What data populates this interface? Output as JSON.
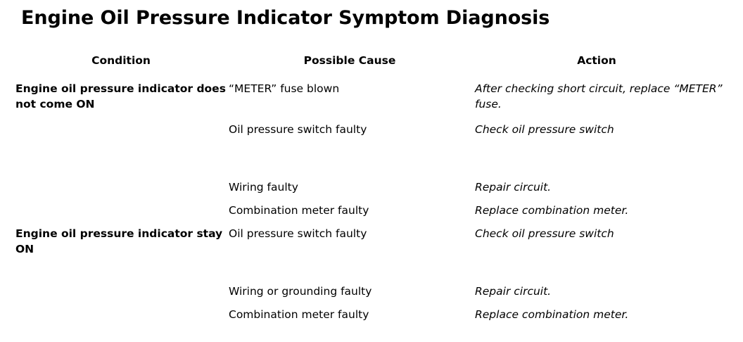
{
  "document": {
    "title": "Engine Oil Pressure Indicator Symptom Diagnosis"
  },
  "table": {
    "headers": {
      "condition": "Condition",
      "cause": "Possible Cause",
      "action": "Action"
    },
    "conditions": [
      {
        "label": "Engine oil pressure indicator does not come ON"
      },
      {
        "label": "Engine oil pressure indicator stay ON"
      }
    ],
    "rows": [
      {
        "cause": "“METER” fuse blown",
        "action": "After checking short circuit, replace “METER” fuse."
      },
      {
        "cause": "Oil pressure switch faulty",
        "action": "Check oil pressure switch"
      },
      {
        "cause": "Wiring faulty",
        "action": "Repair circuit."
      },
      {
        "cause": "Combination meter faulty",
        "action": "Replace combination meter."
      },
      {
        "cause": "Oil pressure switch faulty",
        "action": "Check oil pressure switch"
      },
      {
        "cause": "Wiring or grounding faulty",
        "action": "Repair circuit."
      },
      {
        "cause": "Combination meter faulty",
        "action": "Replace combination meter."
      }
    ]
  }
}
